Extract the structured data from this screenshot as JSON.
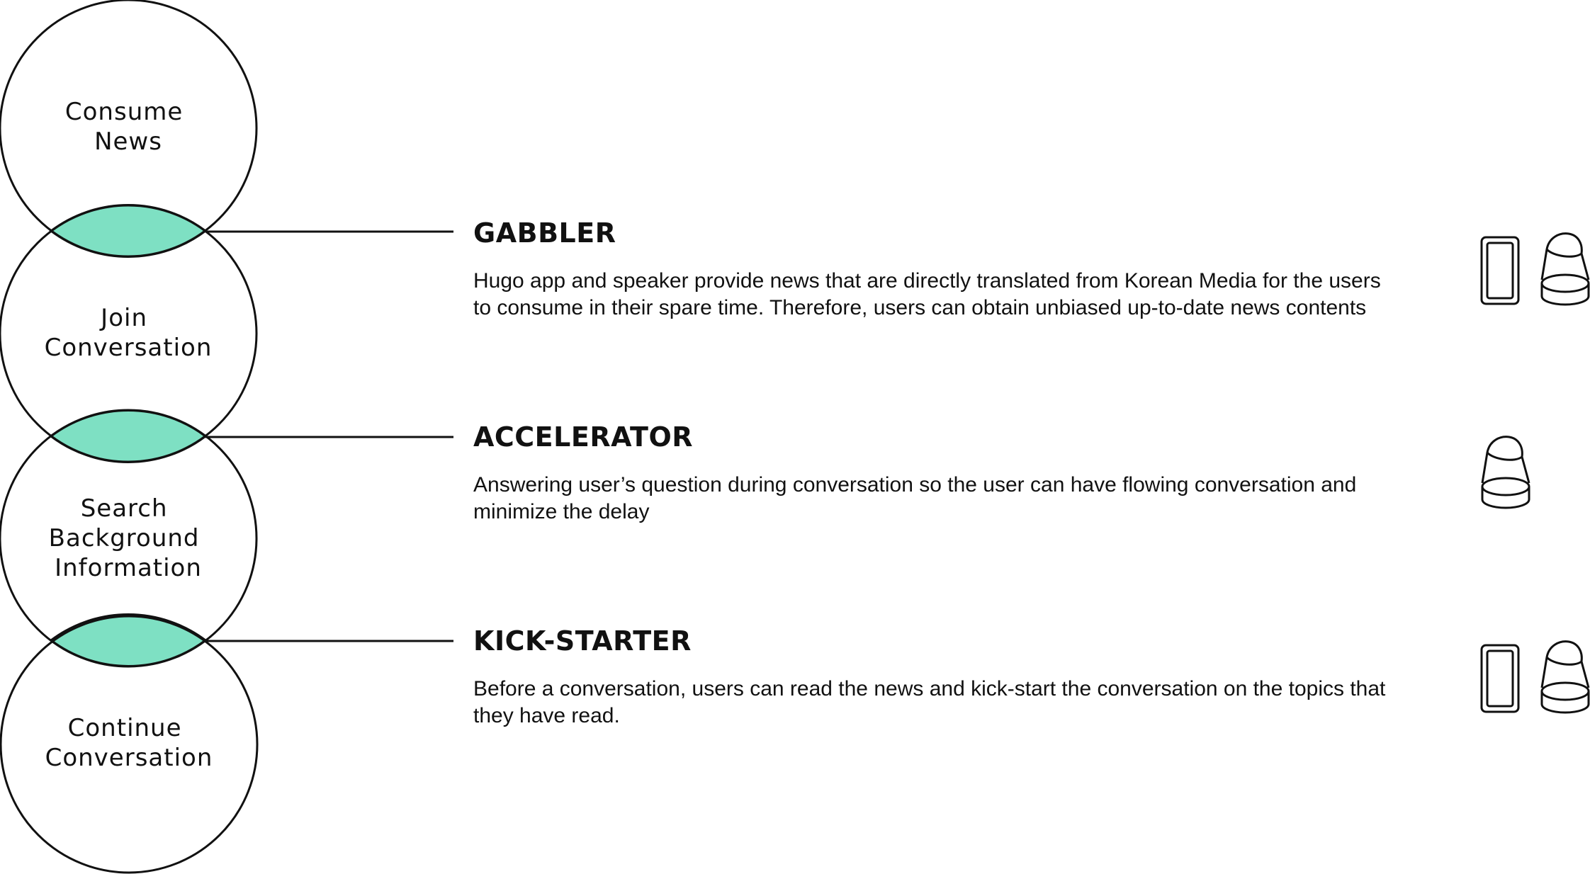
{
  "accent_color": "#7ee0c3",
  "stroke_color": "#111111",
  "circles": [
    {
      "lines": [
        "Consume",
        "News"
      ]
    },
    {
      "lines": [
        "Join",
        "Conversation"
      ]
    },
    {
      "lines": [
        "Search",
        "Background",
        "Information"
      ]
    },
    {
      "lines": [
        "Continue",
        "Conversation"
      ]
    }
  ],
  "roles": [
    {
      "title": "GABBLER",
      "description": "Hugo app and speaker provide news that are directly translated from Korean Media for the users to consume in their spare time. Therefore, users can obtain unbiased up-to-date news contents",
      "icons": [
        "phone-icon",
        "speaker-icon"
      ]
    },
    {
      "title": "ACCELERATOR",
      "description": "Answering user’s question during conversation so the user can have flowing conversation and minimize the delay",
      "icons": [
        "speaker-icon"
      ]
    },
    {
      "title": "KICK-STARTER",
      "description": "Before a conversation, users can read the news and kick-start the conversation on the topics that they have read.",
      "icons": [
        "phone-icon",
        "speaker-icon"
      ]
    }
  ]
}
